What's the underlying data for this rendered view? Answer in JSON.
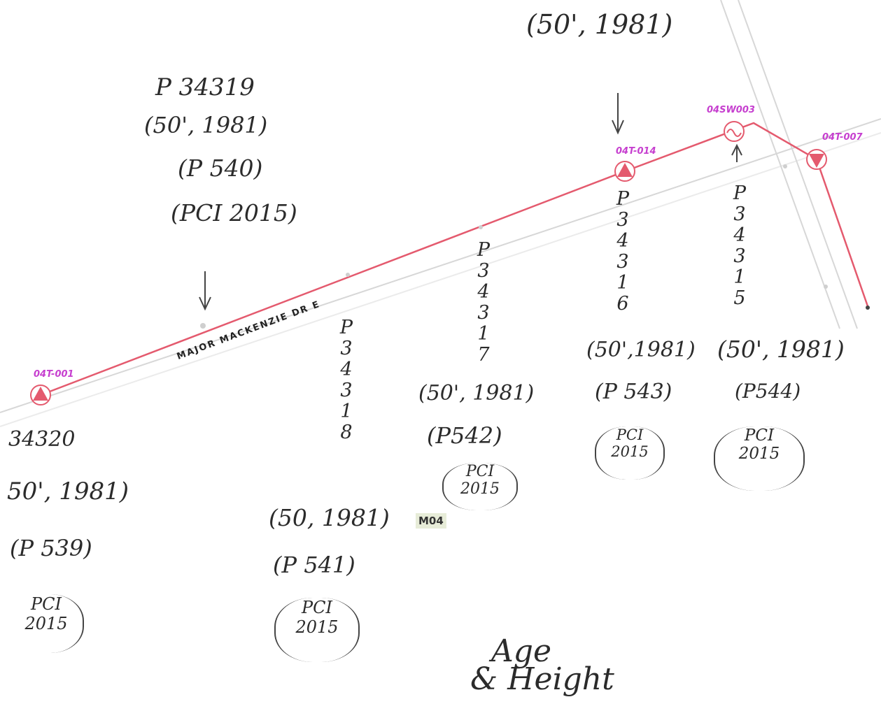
{
  "map": {
    "street_label": "MAJOR MACKENZIE DR E",
    "grid_tag": "M04",
    "colors": {
      "road": "#e45a6e",
      "pin": "#e45a6e",
      "label": "#c63fcf",
      "ink": "#2b2b2b"
    }
  },
  "pins": [
    {
      "id": "04T-001",
      "icon": "triangle-pin-icon"
    },
    {
      "id": "04T-014",
      "icon": "triangle-pin-icon"
    },
    {
      "id": "04SW003",
      "icon": "sine-wave-pin-icon"
    },
    {
      "id": "04T-007",
      "icon": "triangle-pin-icon"
    }
  ],
  "annotations": {
    "top_center": {
      "age_height": "(50', 1981)"
    },
    "pole_34319": {
      "pole": "P 34319",
      "age_height": "(50', 1981)",
      "p_number": "(P 540)",
      "pci": "(PCI 2015)"
    },
    "pole_34320": {
      "pole": "34320",
      "age_height": "50', 1981)",
      "p_number": "(P 539)",
      "pci_line1": "PCI",
      "pci_line2": "2015"
    },
    "pole_34318": {
      "vertical": [
        "P",
        "3",
        "4",
        "3",
        "1",
        "8"
      ],
      "age_height": "(50, 1981)",
      "p_number": "(P 541)",
      "pci_line1": "PCI",
      "pci_line2": "2015"
    },
    "pole_34317": {
      "vertical": [
        "P",
        "3",
        "4",
        "3",
        "1",
        "7"
      ],
      "age_height": "(50', 1981)",
      "p_number": "(P542)",
      "pci_line1": "PCI",
      "pci_line2": "2015"
    },
    "pole_34316": {
      "vertical": [
        "P",
        "3",
        "4",
        "3",
        "1",
        "6"
      ],
      "age_height": "(50',1981)",
      "p_number": "(P 543)",
      "pci_line1": "PCI",
      "pci_line2": "2015"
    },
    "pole_34315": {
      "vertical": [
        "P",
        "3",
        "4",
        "3",
        "1",
        "5"
      ],
      "age_height": "(50', 1981)",
      "p_number": "(P544)",
      "pci_line1": "PCI",
      "pci_line2": "2015"
    },
    "footer": {
      "line1": "Age",
      "line2": "& Height"
    }
  }
}
